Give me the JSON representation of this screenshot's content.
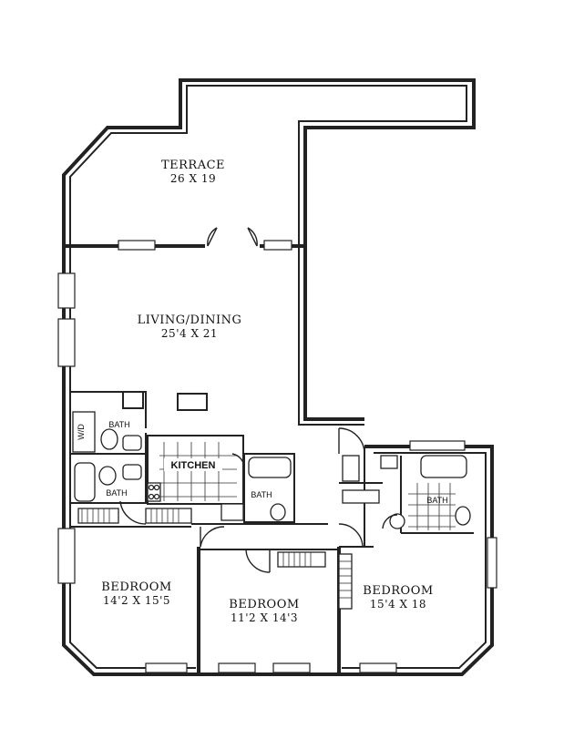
{
  "rooms": {
    "terrace": {
      "name": "TERRACE",
      "dims": "26 X 19"
    },
    "living": {
      "name": "LIVING/DINING",
      "dims": "25'4 X 21"
    },
    "bedroom_left": {
      "name": "BEDROOM",
      "dims": "14'2 X 15'5"
    },
    "bedroom_center": {
      "name": "BEDROOM",
      "dims": "11'2 X 14'3"
    },
    "bedroom_right": {
      "name": "BEDROOM",
      "dims": "15'4 X 18"
    },
    "kitchen": {
      "name": "KITCHEN"
    },
    "bath_upper_left": {
      "name": "BATH"
    },
    "bath_lower_left": {
      "name": "BATH"
    },
    "bath_center": {
      "name": "BATH"
    },
    "bath_right": {
      "name": "BATH"
    },
    "laundry": {
      "name": "W/D"
    }
  }
}
